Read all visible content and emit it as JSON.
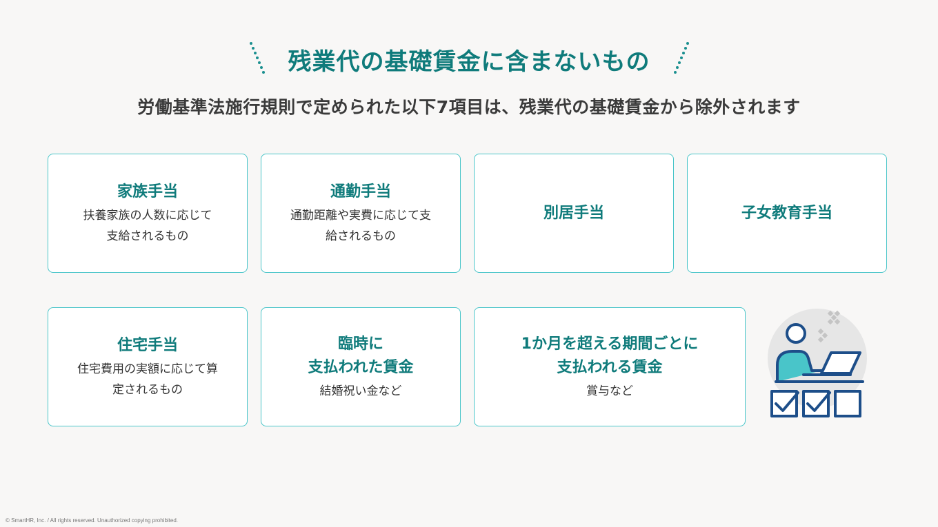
{
  "header": {
    "title": "残業代の基礎賃金に含まないもの",
    "subtitle": "労働基準法施行規則で定められた以下7項目は、残業代の基礎賃金から除外されます"
  },
  "cards": [
    {
      "title_lines": [
        "家族手当"
      ],
      "desc_lines": [
        "扶養家族の人数に応じて",
        "支給されるもの"
      ]
    },
    {
      "title_lines": [
        "通勤手当"
      ],
      "desc_lines": [
        "通勤距離や実費に応じて支",
        "給されるもの"
      ]
    },
    {
      "title_lines": [
        "別居手当"
      ],
      "desc_lines": []
    },
    {
      "title_lines": [
        "子女教育手当"
      ],
      "desc_lines": []
    },
    {
      "title_lines": [
        "住宅手当"
      ],
      "desc_lines": [
        "住宅費用の実額に応じて算",
        "定されるもの"
      ]
    },
    {
      "title_lines": [
        "臨時に",
        "支払われた賃金"
      ],
      "desc_lines": [
        "結婚祝い金など"
      ]
    },
    {
      "title_lines": [
        "1か月を超える期間ごとに",
        "支払われる賃金"
      ],
      "desc_lines": [
        "賞与など"
      ]
    }
  ],
  "illustration": {
    "icon": "person-at-desk-checklist-icon",
    "colors": {
      "line": "#1d4e89",
      "accent": "#49c5c9",
      "bg": "#e6e6e6"
    }
  },
  "footer": {
    "copyright": "© SmartHR, Inc. / All rights reserved. Unauthorized copying prohibited."
  },
  "colors": {
    "accent": "#0f7b7b",
    "card_border": "#49c5c9",
    "background": "#f8f7f6"
  }
}
